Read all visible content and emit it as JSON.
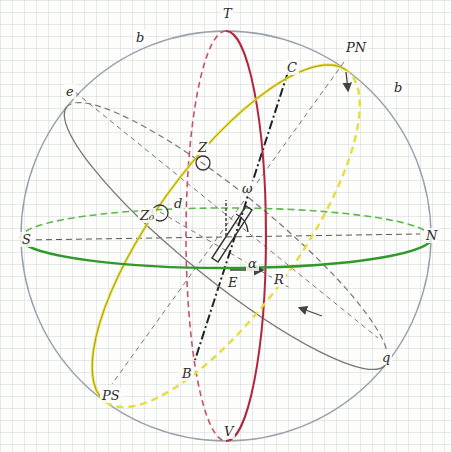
{
  "diagram": {
    "labels": [
      "T",
      "b",
      "C",
      "PN",
      "b",
      "e",
      "Z",
      "d",
      "ω",
      "Z₀",
      "S",
      "N",
      "α",
      "E",
      "R",
      "q",
      "PS",
      "B",
      "V"
    ]
  }
}
